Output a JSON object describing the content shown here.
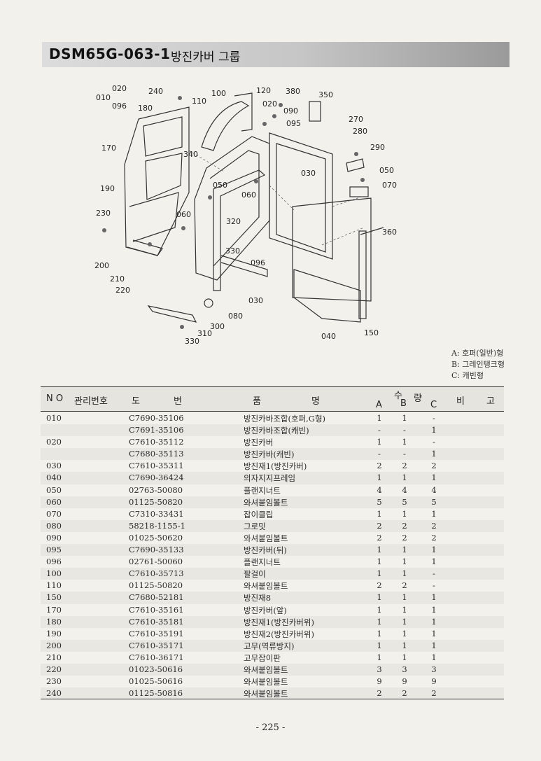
{
  "header": {
    "code": "DSM65G-063-1",
    "title": "방진카버 그룹"
  },
  "callouts": {
    "c010": "010",
    "c020a": "020",
    "c096a": "096",
    "c240": "240",
    "c180": "180",
    "c110": "110",
    "c100": "100",
    "c120": "120",
    "c020b": "020",
    "c090": "090",
    "c380": "380",
    "c350": "350",
    "c095": "095",
    "c270": "270",
    "c280": "280",
    "c290": "290",
    "c170": "170",
    "c340": "340",
    "c030a": "030",
    "c050a": "050",
    "c060a": "060",
    "c050b": "050",
    "c070": "070",
    "c190": "190",
    "c230": "230",
    "c060b": "060",
    "c320": "320",
    "c360": "360",
    "c330a": "330",
    "c096b": "096",
    "c200": "200",
    "c210": "210",
    "c220": "220",
    "c030b": "030",
    "c080": "080",
    "c300": "300",
    "c310": "310",
    "c330b": "330",
    "c040": "040",
    "c150": "150"
  },
  "legend": {
    "a": "A: 호퍼(일반)형",
    "b": "B: 그레인탱크형",
    "c": "C: 캐빈형"
  },
  "table": {
    "headers": {
      "no": "N O",
      "mgmt": "관리번호",
      "draw1": "도",
      "draw2": "번",
      "name1": "품",
      "name2": "명",
      "qty1": "수",
      "qty2": "량",
      "a": "A",
      "b": "B",
      "c": "C",
      "note1": "비",
      "note2": "고"
    },
    "rows": [
      {
        "no": "010",
        "code": "C7690-35106",
        "name": "방진카바조합(호퍼,G형)",
        "a": "1",
        "b": "1",
        "c": "-"
      },
      {
        "no": "",
        "code": "C7691-35106",
        "name": "방진카바조합(캐빈)",
        "a": "-",
        "b": "-",
        "c": "1"
      },
      {
        "no": "020",
        "code": "C7610-35112",
        "name": "방진카버",
        "a": "1",
        "b": "1",
        "c": "-"
      },
      {
        "no": "",
        "code": "C7680-35113",
        "name": "방진카바(캐빈)",
        "a": "-",
        "b": "-",
        "c": "1"
      },
      {
        "no": "030",
        "code": "C7610-35311",
        "name": "방진재1(방진카버)",
        "a": "2",
        "b": "2",
        "c": "2"
      },
      {
        "no": "040",
        "code": "C7690-36424",
        "name": "의자지지프레임",
        "a": "1",
        "b": "1",
        "c": "1"
      },
      {
        "no": "050",
        "code": "02763-50080",
        "name": "플랜지너트",
        "a": "4",
        "b": "4",
        "c": "4"
      },
      {
        "no": "060",
        "code": "01125-50820",
        "name": "와셔붙임볼트",
        "a": "5",
        "b": "5",
        "c": "5"
      },
      {
        "no": "070",
        "code": "C7310-33431",
        "name": "잡이클립",
        "a": "1",
        "b": "1",
        "c": "1"
      },
      {
        "no": "080",
        "code": "58218-1155-1",
        "name": "그로밋",
        "a": "2",
        "b": "2",
        "c": "2"
      },
      {
        "no": "090",
        "code": "01025-50620",
        "name": "와셔붙임볼트",
        "a": "2",
        "b": "2",
        "c": "2"
      },
      {
        "no": "095",
        "code": "C7690-35133",
        "name": "방진카버(뒤)",
        "a": "1",
        "b": "1",
        "c": "1"
      },
      {
        "no": "096",
        "code": "02761-50060",
        "name": "플랜지너트",
        "a": "1",
        "b": "1",
        "c": "1"
      },
      {
        "no": "100",
        "code": "C7610-35713",
        "name": "팔걸이",
        "a": "1",
        "b": "1",
        "c": "-"
      },
      {
        "no": "110",
        "code": "01125-50820",
        "name": "와셔붙임볼트",
        "a": "2",
        "b": "2",
        "c": "-"
      },
      {
        "no": "150",
        "code": "C7680-52181",
        "name": "방진재8",
        "a": "1",
        "b": "1",
        "c": "1"
      },
      {
        "no": "170",
        "code": "C7610-35161",
        "name": "방진카버(앞)",
        "a": "1",
        "b": "1",
        "c": "1"
      },
      {
        "no": "180",
        "code": "C7610-35181",
        "name": "방진재1(방진카버위)",
        "a": "1",
        "b": "1",
        "c": "1"
      },
      {
        "no": "190",
        "code": "C7610-35191",
        "name": "방진재2(방진카버위)",
        "a": "1",
        "b": "1",
        "c": "1"
      },
      {
        "no": "200",
        "code": "C7610-35171",
        "name": "고무(역류방지)",
        "a": "1",
        "b": "1",
        "c": "1"
      },
      {
        "no": "210",
        "code": "C7610-36171",
        "name": "고무잡이판",
        "a": "1",
        "b": "1",
        "c": "1"
      },
      {
        "no": "220",
        "code": "01023-50616",
        "name": "와셔붙임볼트",
        "a": "3",
        "b": "3",
        "c": "3"
      },
      {
        "no": "230",
        "code": "01025-50616",
        "name": "와셔붙임볼트",
        "a": "9",
        "b": "9",
        "c": "9"
      },
      {
        "no": "240",
        "code": "01125-50816",
        "name": "와셔붙임볼트",
        "a": "2",
        "b": "2",
        "c": "2"
      }
    ]
  },
  "footer": {
    "page": "- 225 -"
  }
}
